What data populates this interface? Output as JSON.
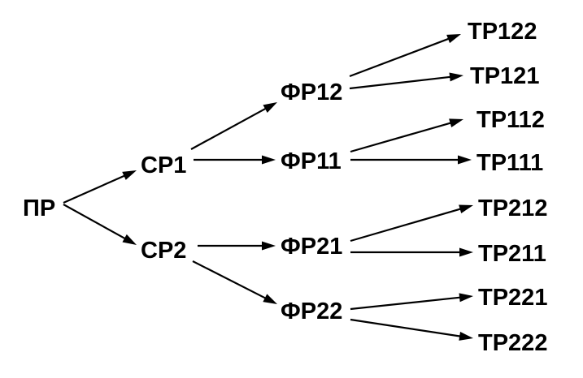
{
  "nodes": {
    "root": "ПР",
    "cp1": "СР1",
    "cp2": "СР2",
    "fp12": "ФР12",
    "fp11": "ФР11",
    "fp21": "ФР21",
    "fp22": "ФР22",
    "tp122": "ТР122",
    "tp121": "ТР121",
    "tp112": "ТР112",
    "tp111": "ТР111",
    "tp212": "ТР212",
    "tp211": "ТР211",
    "tp221": "ТР221",
    "tp222": "ТР222"
  },
  "edges": [
    [
      "root",
      "cp1"
    ],
    [
      "root",
      "cp2"
    ],
    [
      "cp1",
      "fp12"
    ],
    [
      "cp1",
      "fp11"
    ],
    [
      "cp2",
      "fp21"
    ],
    [
      "cp2",
      "fp22"
    ],
    [
      "fp12",
      "tp122"
    ],
    [
      "fp12",
      "tp121"
    ],
    [
      "fp11",
      "tp112"
    ],
    [
      "fp11",
      "tp111"
    ],
    [
      "fp21",
      "tp212"
    ],
    [
      "fp21",
      "tp211"
    ],
    [
      "fp22",
      "tp221"
    ],
    [
      "fp22",
      "tp222"
    ]
  ],
  "colors": {
    "line": "#000000",
    "text": "#000000",
    "background": "#ffffff"
  }
}
